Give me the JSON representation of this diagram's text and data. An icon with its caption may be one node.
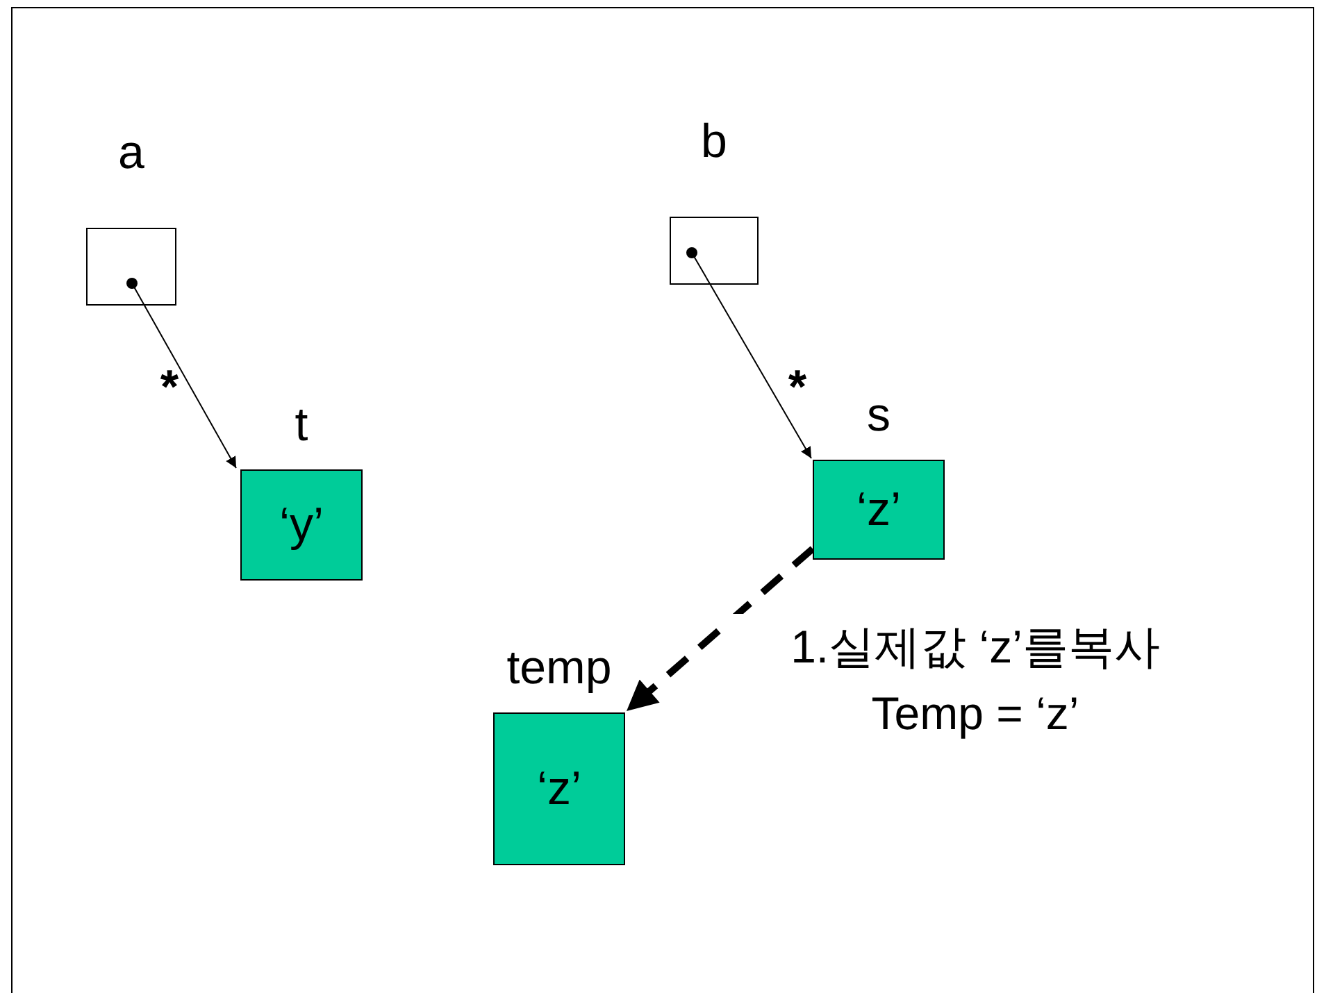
{
  "diagram": {
    "nodes": [
      {
        "text": [
          "a"
        ]
      },
      {
        "text": [
          "t",
          "‘y’"
        ]
      },
      {
        "text": [
          "b"
        ]
      },
      {
        "text": [
          "s",
          "‘z’"
        ]
      },
      {
        "text": [
          "temp",
          "‘z’"
        ]
      }
    ],
    "edges": [
      {
        "from": 0,
        "to": 1,
        "arrow": "to",
        "label": "*"
      },
      {
        "from": 2,
        "to": 3,
        "arrow": "to",
        "label": "*"
      },
      {
        "from": 3,
        "to": 4,
        "arrow": "to",
        "label": "1.실제값 ‘z’를복사 Temp = ‘z’",
        "style": "dashed"
      }
    ]
  }
}
